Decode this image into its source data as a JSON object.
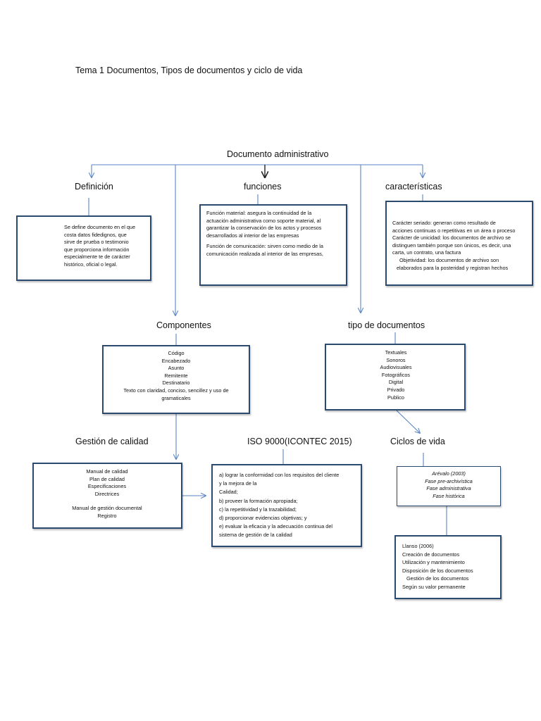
{
  "title": "Tema 1  Documentos, Tipos de documentos y ciclo de vida",
  "nodes": {
    "root": "Documento administrativo",
    "definicion": {
      "label": "Definición",
      "lines": [
        "Se define documento en el que",
        "costa datos fidedignos, que",
        "sirve de prueba o testimonio",
        "que proporciona información",
        "especialmente te de carácter",
        "histórico, oficial o legal."
      ]
    },
    "funciones": {
      "label": "funciones",
      "lines": [
        "Función material: asegura la continuidad de la",
        "actuación administrativa como soporte material, al",
        "garantizar la conservación de los actos y procesos",
        "desarrollados al interior de las empresas",
        "",
        "Función de comunicación: sirven como medio de la",
        "comunicación realizada al interior de las empresas,"
      ]
    },
    "caracteristicas": {
      "label": "características",
      "lines": [
        "Carácter seriado: generan como resultado de",
        "acciones continuas o repetitivas en un área o proceso",
        "Carácter de unicidad: los documentos de archivo se",
        "distinguen también porque son únicos, es decir, una",
        "carta, un contrato, una factura",
        "Objetividad: los documentos de archivo son",
        "elaborados para la posteridad y registran hechos"
      ]
    },
    "componentes": {
      "label": "Componentes",
      "lines": [
        "Código",
        "Encabezado",
        "Asunto",
        "Remitente",
        "Destinatario",
        "Texto con claridad, conciso, sencillez y uso de",
        "gramaticales"
      ]
    },
    "tipo": {
      "label": "tipo de documentos",
      "lines": [
        "Textuales",
        "Sonoros",
        "Audiovisuales",
        "Fotográficos",
        "Digital",
        "Privado",
        "Publico"
      ]
    },
    "gestion": {
      "label": "Gestión de calidad",
      "lines": [
        "Manual de calidad",
        "Plan de calidad",
        "Especificaciones",
        "Directrices",
        "",
        "Manual de gestión documental",
        "Registro"
      ]
    },
    "iso": {
      "label": "ISO 9000(ICONTEC 2015)",
      "lines": [
        "a) lograr la conformidad con los requisitos del cliente",
        "y la mejora de la",
        "Calidad;",
        "b) proveer la formación apropiada;",
        "c) la repetitividad y la trazabilidad;",
        "d) proporcionar evidencias objetivas; y",
        "e) evaluar la eficacia y la adecuación continua del",
        "sistema de gestión de la calidad"
      ]
    },
    "ciclos": {
      "label": "Ciclos de vida",
      "lines": [
        "Arévalo (2003)",
        "Fase pre-archivística",
        "Fase administrativa",
        "Fase histórica"
      ]
    },
    "llanso": {
      "lines": [
        "Llanso (2006)",
        "Creación de documentos",
        "Utilización y mantenimiento",
        "Disposición de los documentos",
        "Gestión de los documentos",
        "Según su valor permanente"
      ]
    }
  },
  "colors": {
    "line": "#5b86c4",
    "box_border": "#2b4a6f",
    "arrow_dark": "#222222"
  }
}
